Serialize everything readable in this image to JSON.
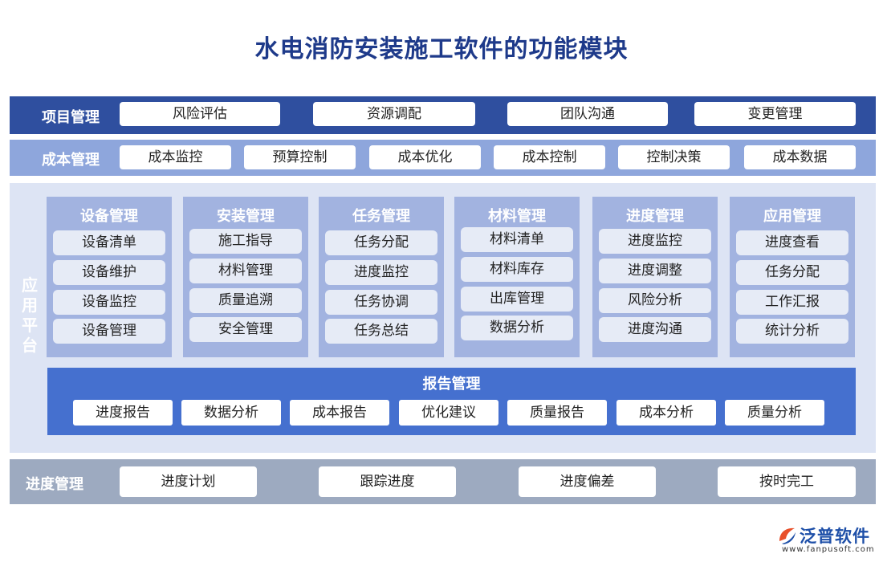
{
  "title": "水电消防安装施工软件的功能模块",
  "project": {
    "label": "项目管理",
    "items": [
      "风险评估",
      "资源调配",
      "团队沟通",
      "变更管理"
    ]
  },
  "cost": {
    "label": "成本管理",
    "items": [
      "成本监控",
      "预算控制",
      "成本优化",
      "成本控制",
      "控制决策",
      "成本数据"
    ]
  },
  "platform": {
    "label": "应用平台",
    "modules": [
      {
        "title": "设备管理",
        "items": [
          "设备清单",
          "设备维护",
          "设备监控",
          "设备管理"
        ]
      },
      {
        "title": "安装管理",
        "items": [
          "施工指导",
          "材料管理",
          "质量追溯",
          "安全管理"
        ]
      },
      {
        "title": "任务管理",
        "items": [
          "任务分配",
          "进度监控",
          "任务协调",
          "任务总结"
        ]
      },
      {
        "title": "材料管理",
        "items": [
          "材料清单",
          "材料库存",
          "出库管理",
          "数据分析"
        ]
      },
      {
        "title": "进度管理",
        "items": [
          "进度监控",
          "进度调整",
          "风险分析",
          "进度沟通"
        ]
      },
      {
        "title": "应用管理",
        "items": [
          "进度查看",
          "任务分配",
          "工作汇报",
          "统计分析"
        ]
      }
    ],
    "report": {
      "title": "报告管理",
      "items": [
        "进度报告",
        "数据分析",
        "成本报告",
        "优化建议",
        "质量报告",
        "成本分析",
        "质量分析"
      ]
    }
  },
  "progress": {
    "label": "进度管理",
    "items": [
      "进度计划",
      "跟踪进度",
      "进度偏差",
      "按时完工"
    ]
  },
  "logo": {
    "name": "泛普软件",
    "url": "www.fanpusoft.com"
  },
  "colors": {
    "title": "#1e3a8a",
    "band_project": "#2f4f9f",
    "band_cost": "#8ea6dc",
    "platform_bg": "#dde4f4",
    "module_bg": "#a2b3e0",
    "report_bg": "#4570cf",
    "band_progress": "#9daac0"
  }
}
